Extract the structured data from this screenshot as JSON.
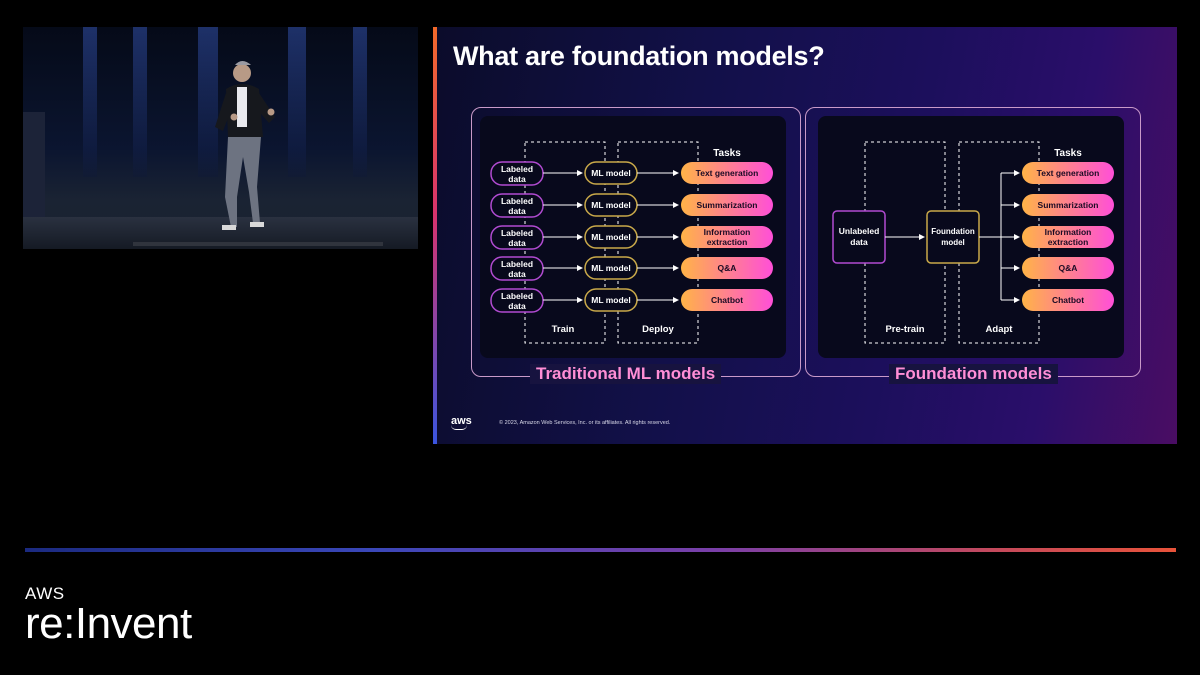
{
  "slide": {
    "title": "What are foundation models?",
    "copyright": "© 2023, Amazon Web Services, Inc. or its affiliates. All rights reserved.",
    "aws_logo_text": "aws",
    "traditional": {
      "label": "Traditional ML models",
      "tasks_header": "Tasks",
      "inputs": [
        "Labeled data",
        "Labeled data",
        "Labeled data",
        "Labeled data",
        "Labeled data"
      ],
      "model_label": "ML model",
      "tasks": [
        "Text generation",
        "Summarization",
        "Information extraction",
        "Q&A",
        "Chatbot"
      ],
      "train_label": "Train",
      "deploy_label": "Deploy"
    },
    "foundation": {
      "label": "Foundation models",
      "tasks_header": "Tasks",
      "input": "Unlabeled data",
      "model": "Foundation model",
      "tasks": [
        "Text generation",
        "Summarization",
        "Information extraction",
        "Q&A",
        "Chatbot"
      ],
      "pretrain_label": "Pre-train",
      "adapt_label": "Adapt"
    }
  },
  "brand": {
    "aws": "AWS",
    "event": "re:Invent"
  },
  "colors": {
    "task_gradient_start": "#ffb347",
    "task_gradient_end": "#ff4fd8",
    "label_pink": "#ff8ed6"
  }
}
